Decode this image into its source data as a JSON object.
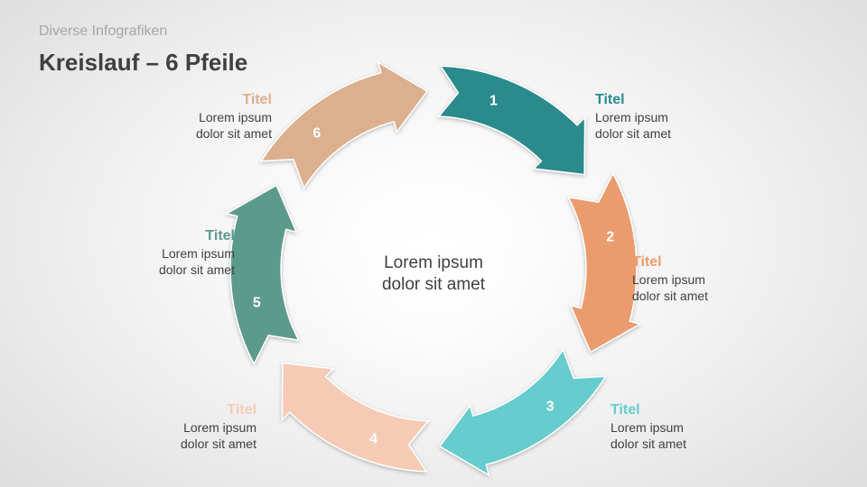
{
  "header": {
    "subtitle": "Diverse Infografiken",
    "title": "Kreislauf – 6 Pfeile"
  },
  "center": {
    "line1": "Lorem ipsum",
    "line2": "dolor sit amet"
  },
  "steps": [
    {
      "number": "1",
      "color": "#2b8a8c",
      "title": "Titel",
      "line1": "Lorem ipsum",
      "line2": "dolor sit amet"
    },
    {
      "number": "2",
      "color": "#eb9c6e",
      "title": "Titel",
      "line1": "Lorem ipsum",
      "line2": "dolor sit amet"
    },
    {
      "number": "3",
      "color": "#66cccd",
      "title": "Titel",
      "line1": "Lorem ipsum",
      "line2": "dolor sit amet"
    },
    {
      "number": "4",
      "color": "#f6cbb5",
      "title": "Titel",
      "line1": "Lorem ipsum",
      "line2": "dolor sit amet"
    },
    {
      "number": "5",
      "color": "#5c9b8c",
      "title": "Titel",
      "line1": "Lorem ipsum",
      "line2": "dolor sit amet"
    },
    {
      "number": "6",
      "color": "#dcb08e",
      "title": "Titel",
      "line1": "Lorem ipsum",
      "line2": "dolor sit amet"
    }
  ]
}
